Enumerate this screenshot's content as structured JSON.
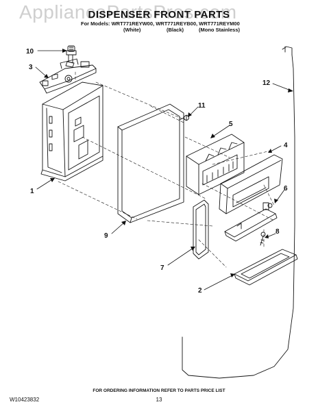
{
  "watermark": "AppliancePartsPros.com",
  "header": {
    "title": "DISPENSER FRONT PARTS",
    "models_prefix": "For Models:",
    "models": [
      "WRT771REYW00,",
      "WRT771REYB00,",
      "WRT771REYM00"
    ],
    "colors": [
      "(White)",
      "(Black)",
      "(Mono Stainless)"
    ]
  },
  "callouts": [
    "10",
    "3",
    "11",
    "5",
    "4",
    "12",
    "1",
    "6",
    "9",
    "8",
    "7",
    "2"
  ],
  "footer": {
    "ordering_note": "FOR ORDERING INFORMATION REFER TO PARTS PRICE LIST",
    "doc_number": "W10423832",
    "page_number": "13"
  }
}
